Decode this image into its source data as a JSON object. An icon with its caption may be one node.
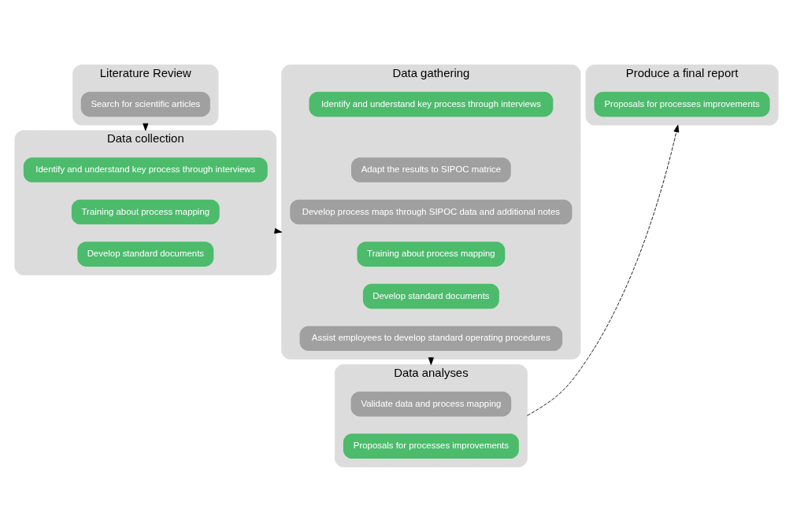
{
  "diagram": {
    "nodes": [
      {
        "text": [
          "Literature Review"
        ]
      },
      {
        "text": [
          "Search for scientific articles"
        ],
        "in": 0
      },
      {
        "text": [
          "Data collection"
        ]
      },
      {
        "text": [
          "Identify and understand key process through interviews"
        ],
        "in": 2
      },
      {
        "text": [
          "Training about process mapping"
        ],
        "in": 2
      },
      {
        "text": [
          "Develop standard documents"
        ],
        "in": 2
      },
      {
        "text": [
          "Data gathering"
        ]
      },
      {
        "text": [
          "Identify and understand key process through interviews"
        ],
        "in": 6
      },
      {
        "text": [
          "Adapt the results to SIPOC matrice"
        ],
        "in": 6
      },
      {
        "text": [
          "Develop process maps through SIPOC data and additional notes"
        ],
        "in": 6
      },
      {
        "text": [
          "Training about process mapping"
        ],
        "in": 6
      },
      {
        "text": [
          "Develop standard documents"
        ],
        "in": 6
      },
      {
        "text": [
          "Assist employees to develop standard operating procedures"
        ],
        "in": 6
      },
      {
        "text": [
          "Data analyses"
        ]
      },
      {
        "text": [
          "Validate data and process mapping"
        ],
        "in": 13
      },
      {
        "text": [
          "Proposals for processes improvements"
        ],
        "in": 13
      },
      {
        "text": [
          "Produce a final report"
        ]
      },
      {
        "text": [
          "Proposals for processes improvements"
        ],
        "in": 16
      }
    ],
    "edges": [
      {
        "from": 0,
        "to": 2,
        "arrow": "to",
        "style": "dashed"
      },
      {
        "from": 2,
        "to": 6,
        "arrow": "to",
        "style": "dashed"
      },
      {
        "from": 6,
        "to": 13,
        "arrow": "to",
        "style": "dashed"
      },
      {
        "from": 13,
        "to": 16,
        "arrow": "to",
        "style": "dashed"
      }
    ]
  }
}
